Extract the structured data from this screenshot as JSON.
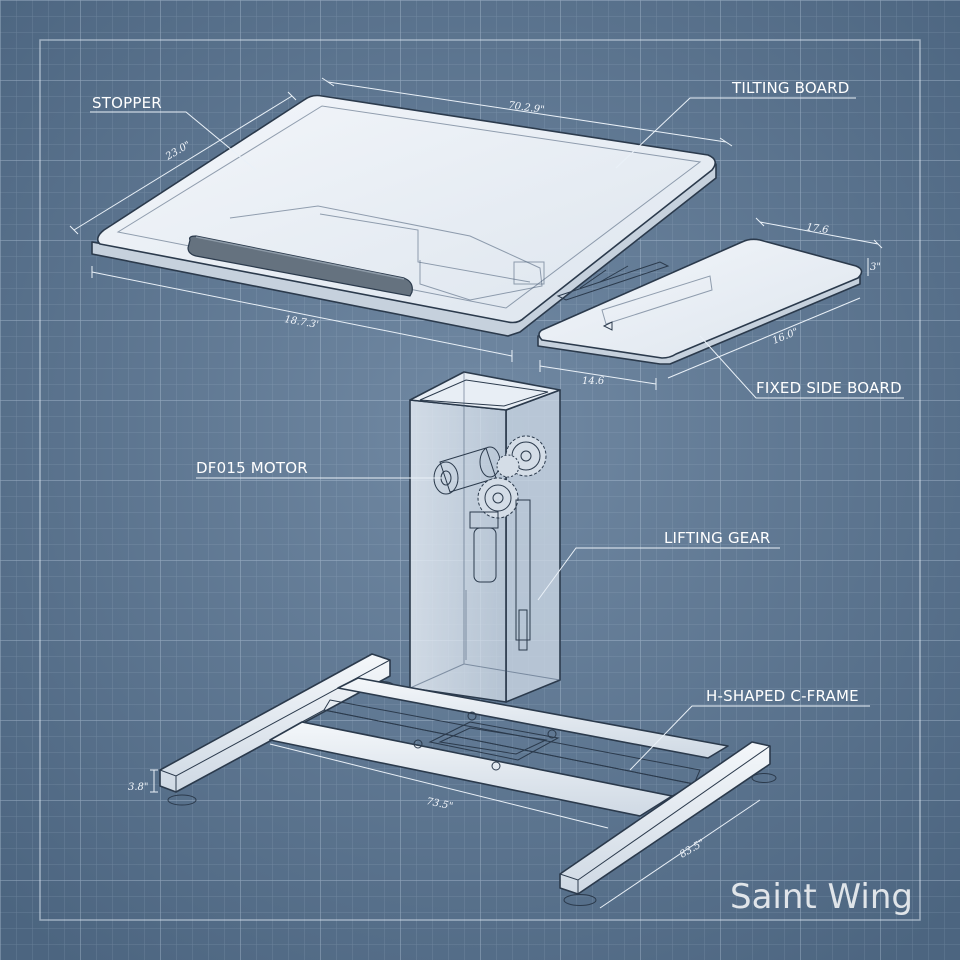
{
  "callouts": {
    "stopper": "STOPPER",
    "tilting_board": "TILTING BOARD",
    "fixed_side_board": "FIXED SIDE BOARD",
    "motor": "DF015 MOTOR",
    "lifting_gear": "LIFTING GEAR",
    "frame": "H-SHAPED C-FRAME"
  },
  "dimensions": {
    "tilting_board_width": "70.2.9\"",
    "tilting_board_depth": "23.0\"",
    "tilting_board_front": "18.7.3'",
    "side_board_length": "17.6",
    "side_board_thickness": "3\"",
    "side_board_depth": "16.0\"",
    "side_board_bottom": "14.6",
    "frame_length": "73.5\"",
    "frame_width": "83.5\"",
    "frame_height": "3.8\""
  },
  "brand": "Saint Wing",
  "colors": {
    "background": "#5d7894",
    "grid": "#a6b9cc",
    "line": "#eaf1f8",
    "surface": "#eef2f7",
    "edge": "#2b3a4c"
  },
  "icons": {
    "gear": "gear-icon",
    "motor": "motor-icon"
  }
}
